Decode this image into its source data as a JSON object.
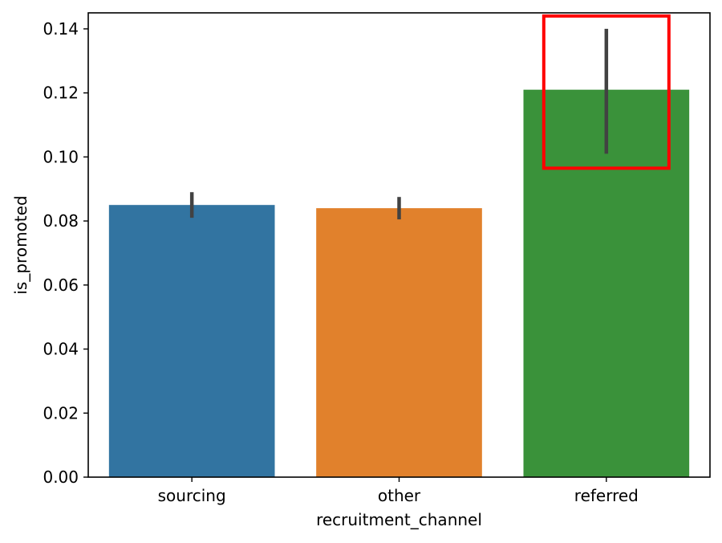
{
  "chart_data": {
    "type": "bar",
    "title": "",
    "xlabel": "recruitment_channel",
    "ylabel": "is_promoted",
    "categories": [
      "sourcing",
      "other",
      "referred"
    ],
    "values": [
      0.085,
      0.084,
      0.121
    ],
    "error_bars": [
      [
        0.081,
        0.089
      ],
      [
        0.0805,
        0.0875
      ],
      [
        0.101,
        0.14
      ]
    ],
    "colors": [
      "#3274a1",
      "#e1812c",
      "#3a923a"
    ],
    "error_bar_color": "#424242",
    "ylim": [
      0,
      0.145
    ],
    "yticks": [
      0.0,
      0.02,
      0.04,
      0.06,
      0.08,
      0.1,
      0.12,
      0.14
    ],
    "ytick_labels": [
      "0.00",
      "0.02",
      "0.04",
      "0.06",
      "0.08",
      "0.10",
      "0.12",
      "0.14"
    ],
    "grid": false,
    "highlight": {
      "category": "referred",
      "color": "#ff0000"
    }
  }
}
